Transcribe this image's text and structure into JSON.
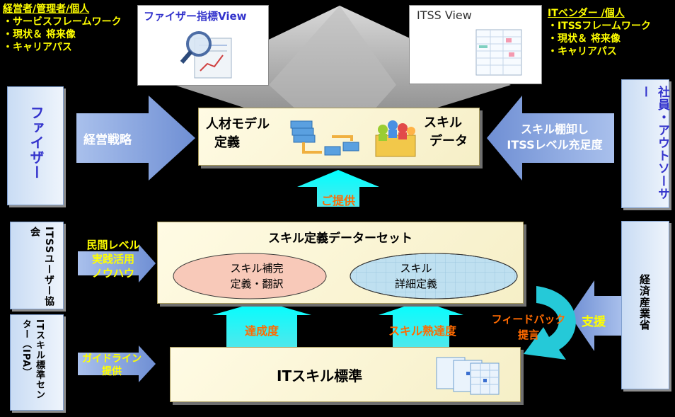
{
  "left_top": {
    "title": "経営者/管理者/個人",
    "items": [
      "・サービスフレームワーク",
      "・現状＆ 将来像",
      "・キャリアパス"
    ]
  },
  "right_top": {
    "title": "ITベンダー /個人",
    "items": [
      "・ITSSフレームワーク",
      "・現状＆ 将来像",
      "・キャリアパス"
    ]
  },
  "view_left": {
    "title": "ファイザー指標View"
  },
  "view_right": {
    "title": "ITSS View"
  },
  "side_boxes": {
    "fizer": "ファイザー",
    "itss_user": "ITSSユーザー協会",
    "ipa": "ITスキル標準センター（IPA）",
    "employee": "社員・アウトソーサー",
    "meti": "経済産業省"
  },
  "arrows": {
    "strategy": "経営戦略",
    "inventory_line1": "スキル棚卸し",
    "inventory_line2": "ITSSレベル充足度",
    "provide": "ご提供",
    "knowhow_line1": "民間レベル",
    "knowhow_line2": "実践活用",
    "knowhow_line3": "ノウハウ",
    "achievement": "達成度",
    "proficiency": "スキル熟達度",
    "feedback_line1": "フィードバック",
    "feedback_line2": "提言",
    "support": "支援",
    "guideline_line1": "ガイドライン",
    "guideline_line2": "提供"
  },
  "model_panel": {
    "left_line1": "人材モデル",
    "left_line2": "定義",
    "right_line1": "スキル",
    "right_line2": "データ"
  },
  "dataset_panel": {
    "title": "スキル定義データーセット",
    "left_ellipse_line1": "スキル補完",
    "left_ellipse_line2": "定義・翻訳",
    "right_ellipse_line1": "スキル",
    "right_ellipse_line2": "詳細定義"
  },
  "standard_panel": {
    "title": "ITスキル標準"
  },
  "colors": {
    "yellow_text": "#ffff00",
    "blue_arrow": "#7e9ddb",
    "cyan_arrow": "#00ffff",
    "orange_text": "#ff6a00",
    "ellipse_left": "#f8c7b8",
    "ellipse_right": "#bfe0f0"
  }
}
